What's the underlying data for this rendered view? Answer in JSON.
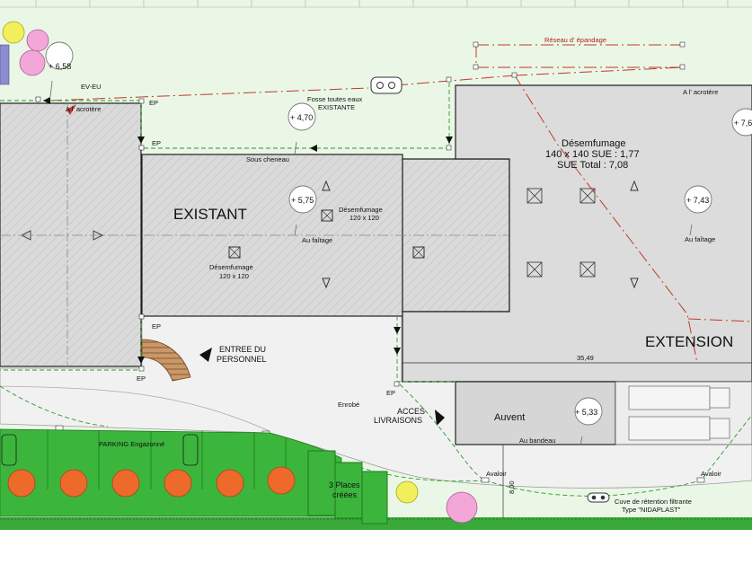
{
  "colors": {
    "lawn": "#eaf7e6",
    "building_existing": "#d8d8d8",
    "building_extension": "#dcdcdc",
    "paved": "#f0f0f0",
    "parking_green": "#3cb53c",
    "tree_orange": "#ee6a2a",
    "shrub_pink": "#f2a7d8",
    "shrub_yellow": "#f2f05a",
    "drain_green": "#2a9a2a",
    "network_red": "#c0392b"
  },
  "buildings": {
    "existing_label": "EXISTANT",
    "extension_label": "EXTENSION",
    "awning_label": "Auvent",
    "awning_edge": "Au bandeau"
  },
  "labels": {
    "ev_eu": "EV-EU",
    "acrotere_left": "A l' acrotère",
    "acrotere_right": "A l' acrotère",
    "septic_line1": "Fosse toutes eaux",
    "septic_line2": "EXISTANTE",
    "spreading_network": "Réseau d' épandage",
    "gutter": "Sous cheneau",
    "smoke_vent_existing_1_line1": "Désemfumage",
    "smoke_vent_existing_1_line2": "120 x 120",
    "smoke_vent_existing_2_line1": "Désemfumage",
    "smoke_vent_existing_2_line2": "120 x 120",
    "ridge_existing": "Au faîtage",
    "ridge_extension": "Au faîtage",
    "smoke_vent_ext_line1": "Désemfumage",
    "smoke_vent_ext_line2": "140 x 140 SUE : 1,77",
    "smoke_vent_ext_line3": "SUE Total : 7,08",
    "staff_entrance_line1": "ENTREE DU",
    "staff_entrance_line2": "PERSONNEL",
    "delivery_line1": "ACCES",
    "delivery_line2": "LIVRAISONS",
    "paving": "Enrobé",
    "parking": "PARKING Engazonné",
    "new_places_line1": "3 Places",
    "new_places_line2": "créées",
    "dimension_extension": "35,49",
    "dimension_vertical": "8,00",
    "drain_left": "Avaloir",
    "drain_right": "Avaloir",
    "tank_line1": "Cuve de rétention filtrante",
    "tank_line2": "Type \"NIDAPLAST\"",
    "ep1": "EP",
    "ep2": "EP",
    "ep3": "EP",
    "ep4": "EP",
    "ep5": "EP"
  },
  "elevations": {
    "e1": "+ 6,58",
    "e2": "+ 4,70",
    "e3": "+ 5,75",
    "e4": "+ 7,6",
    "e5": "+ 7,43",
    "e6": "+ 5,33"
  }
}
